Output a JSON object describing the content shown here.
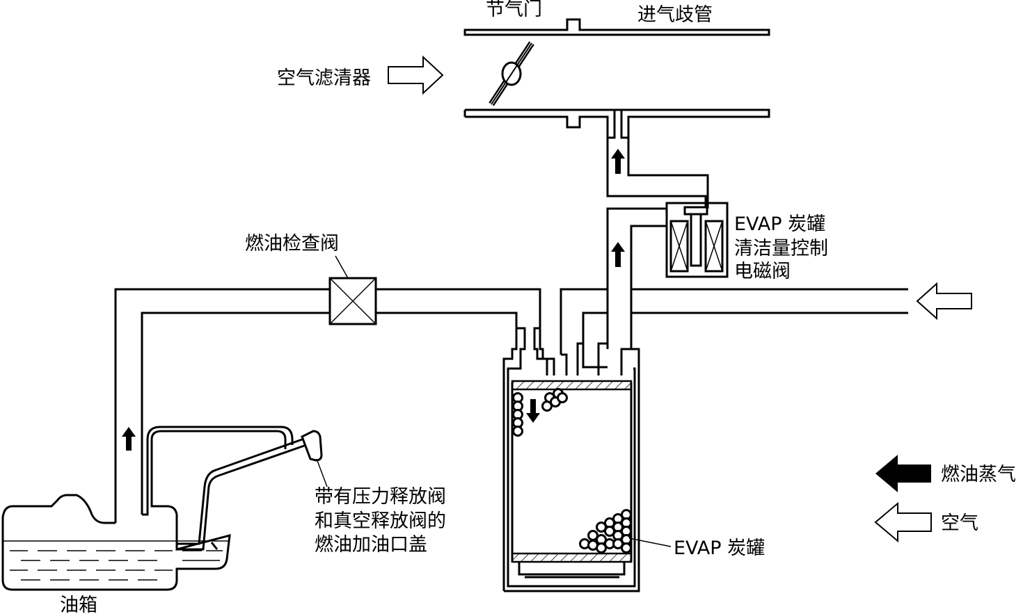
{
  "labels": {
    "throttle": "节气门",
    "intake_manifold": "进气歧管",
    "air_filter": "空气滤清器",
    "fuel_check_valve": "燃油检查阀",
    "purge_valve_line1": "EVAP 炭罐",
    "purge_valve_line2": "清洁量控制",
    "purge_valve_line3": "电磁阀",
    "fuel_cap_line1": "带有压力释放阀",
    "fuel_cap_line2": "和真空释放阀的",
    "fuel_cap_line3": "燃油加油口盖",
    "canister": "EVAP 炭罐",
    "fuel_tank": "油箱"
  },
  "legend": {
    "fuel_vapor": "燃油蒸气",
    "air": "空气"
  }
}
